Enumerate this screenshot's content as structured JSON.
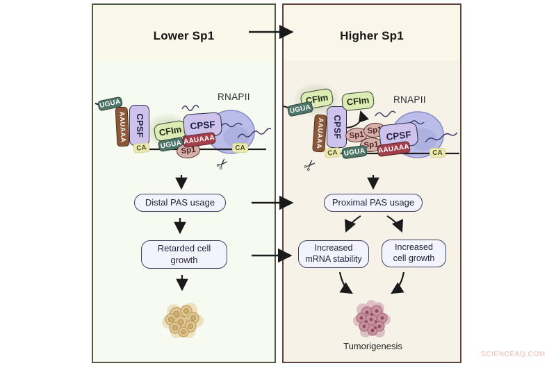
{
  "watermark": "SCIENCEAQ.COM",
  "molecules": {
    "ugua": "UGUA",
    "aauaaa": "AAUAAA",
    "cpsf": "CPSF",
    "cfim": "CFIm",
    "sp1": "Sp1",
    "ca": "CA",
    "rnapii": "RNAPII"
  },
  "left_panel": {
    "title": "Lower Sp1",
    "flow": {
      "step1": "Distal PAS usage",
      "step2": "Retarded cell growth"
    }
  },
  "right_panel": {
    "title": "Higher Sp1",
    "flow": {
      "step1": "Proximal PAS usage",
      "step2a": "Increased mRNA stability",
      "step2b": "Increased cell growth",
      "outcome": "Tumorigenesis"
    }
  },
  "colors": {
    "left_panel_border": "#4d5a40",
    "right_panel_border": "#5c423b",
    "header_bg": "#faf7ea",
    "left_body_bg": "#f7faf0",
    "right_body_bg": "#f7f2e8",
    "ugua_fill": "#4d7568",
    "aauaaa_brown_fill": "#8a5839",
    "aauaaa_red_fill": "#a23f4b",
    "cpsf_fill": "#cdc3ed",
    "cfim_fill": "#dcecb4",
    "sp1_fill": "#d6b1ac",
    "ca_fill": "#eaeab2",
    "rnapii_blob_fill": "#b9bde7",
    "flow_box_fill": "#f3f4fb",
    "flow_box_border": "#3c4160",
    "arrow_color": "#1a1a1a",
    "normal_cells_fill": "#e0c896",
    "tumor_cells_fill": "#c7929e",
    "watermark_color": "#edb9b0"
  }
}
